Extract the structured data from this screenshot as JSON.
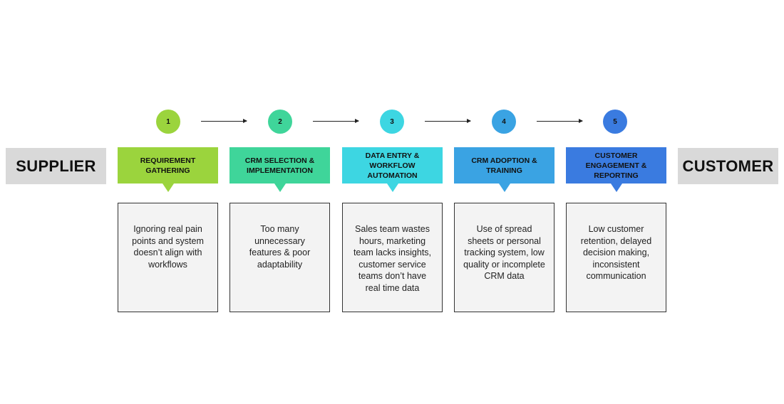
{
  "endpoints": {
    "left": "SUPPLIER",
    "right": "CUSTOMER"
  },
  "steps": [
    {
      "number": "1",
      "title": "REQUIREMENT GATHERING",
      "color": "#9bd43d",
      "issue": "Ignoring real pain points and system doesn’t align with workflows"
    },
    {
      "number": "2",
      "title": "CRM SELECTION & IMPLEMENTATION",
      "color": "#3fd59a",
      "issue": "Too many unnecessary features & poor adaptability"
    },
    {
      "number": "3",
      "title": "DATA ENTRY & WORKFLOW AUTOMATION",
      "color": "#3dd6e2",
      "issue": "Sales team wastes hours, marketing team lacks insights, customer service teams don’t have real time data"
    },
    {
      "number": "4",
      "title": "CRM ADOPTION & TRAINING",
      "color": "#3aa3e3",
      "issue": "Use of spread sheets or personal tracking system, low quality or incomplete CRM data"
    },
    {
      "number": "5",
      "title": "CUSTOMER ENGAGEMENT & REPORTING",
      "color": "#3a7be0",
      "issue": "Low customer retention, delayed decision making, inconsistent communication"
    }
  ]
}
